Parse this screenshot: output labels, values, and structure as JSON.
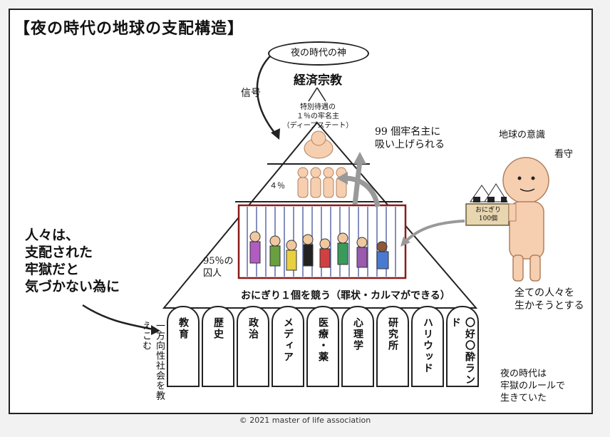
{
  "title": "【夜の時代の地球の支配構造】",
  "god_label": "夜の時代の神",
  "signal_label": "信号",
  "economy_religion": "経済宗教",
  "elite_lines": [
    "特別待遇の",
    "１％の牢名主",
    "（ディープステート）"
  ],
  "absorbed_lines": [
    "99 個牢名主に",
    "吸い上げられる"
  ],
  "four_percent": "４％",
  "prisoners_lines": [
    "95％の",
    "囚人"
  ],
  "competition": "おにぎり１個を競う（罪状・カルマができる）",
  "left_text_lines": [
    "人々は、",
    "支配された",
    "牢獄だと",
    "気づかない為に"
  ],
  "one_way_text": "一方向性社会を教えこむ",
  "earth_consciousness": "地球の意識",
  "guard": "看守",
  "box_lines": [
    "おにぎり",
    "100個"
  ],
  "save_text_lines": [
    "全ての人々を",
    "生かそうとする"
  ],
  "night_text_lines": [
    "夜の時代は",
    "牢獄のルールで",
    "生きていた"
  ],
  "pillars": [
    "教育",
    "歴史",
    "政治",
    "メディア",
    "医療・薬",
    "心理学",
    "研究所",
    "ハリウッド",
    "〇好〇酔ランド"
  ],
  "copyright": "© 2021 master of life association"
}
